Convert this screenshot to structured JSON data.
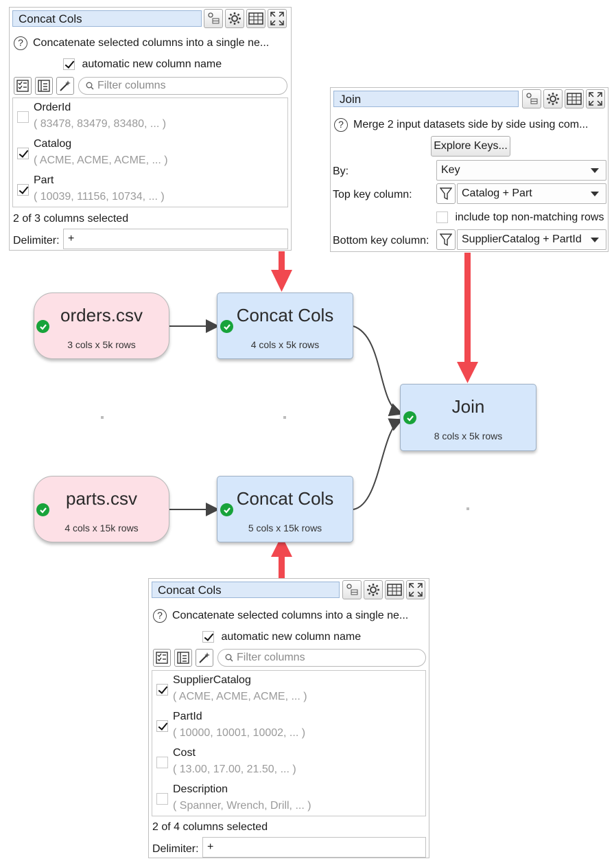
{
  "concat_top": {
    "title": "Concat Cols",
    "description": "Concatenate selected columns into a single ne...",
    "auto_name_label": "automatic new column name",
    "filter_placeholder": "Filter columns",
    "columns": [
      {
        "name": "OrderId",
        "sample": "( 83478, 83479, 83480, ... )",
        "checked": false
      },
      {
        "name": "Catalog",
        "sample": "( ACME, ACME, ACME, ... )",
        "checked": true
      },
      {
        "name": "Part",
        "sample": "( 10039, 11156, 10734, ... )",
        "checked": true
      }
    ],
    "selected_summary": "2 of 3 columns selected",
    "delimiter_label": "Delimiter:",
    "delimiter_value": "+"
  },
  "join_panel": {
    "title": "Join",
    "description": "Merge 2 input datasets side by side using com...",
    "explore_keys_label": "Explore Keys...",
    "by_label": "By:",
    "by_value": "Key",
    "top_key_label": "Top key column:",
    "top_key_value": "Catalog + Part",
    "include_top_label": "include top non-matching rows",
    "bottom_key_label": "Bottom key column:",
    "bottom_key_value": "SupplierCatalog + PartId"
  },
  "nodes": {
    "orders": {
      "title": "orders.csv",
      "sub": "3 cols x 5k rows"
    },
    "concat1": {
      "title": "Concat Cols",
      "sub": "4 cols x 5k rows"
    },
    "join": {
      "title": "Join",
      "sub": "8 cols x 5k rows"
    },
    "parts": {
      "title": "parts.csv",
      "sub": "4 cols x 15k rows"
    },
    "concat2": {
      "title": "Concat Cols",
      "sub": "5 cols x 15k rows"
    }
  },
  "concat_bottom": {
    "title": "Concat Cols",
    "description": "Concatenate selected columns into a single ne...",
    "auto_name_label": "automatic new column name",
    "filter_placeholder": "Filter columns",
    "columns": [
      {
        "name": "SupplierCatalog",
        "sample": "( ACME, ACME, ACME, ... )",
        "checked": true
      },
      {
        "name": "PartId",
        "sample": "( 10000, 10001, 10002, ... )",
        "checked": true
      },
      {
        "name": "Cost",
        "sample": "( 13.00, 17.00, 21.50, ... )",
        "checked": false
      },
      {
        "name": "Description",
        "sample": "( Spanner, Wrench, Drill, ... )",
        "checked": false
      }
    ],
    "selected_summary": "2 of 4 columns selected",
    "delimiter_label": "Delimiter:",
    "delimiter_value": "+"
  },
  "colors": {
    "arrow": "#f1484f",
    "source_node": "#fde0e6",
    "transform_node": "#d6e7fb",
    "status_ok": "#18a33a",
    "title_field": "#dce9f9"
  },
  "icons": [
    "help-icon",
    "checkbox-check-icon",
    "select-all-icon",
    "select-list-icon",
    "magic-wand-icon",
    "search-icon",
    "node-settings-icon",
    "gear-icon",
    "table-icon",
    "maximize-icon",
    "filter-funnel-icon",
    "dropdown-arrow-icon",
    "status-ok-icon"
  ]
}
